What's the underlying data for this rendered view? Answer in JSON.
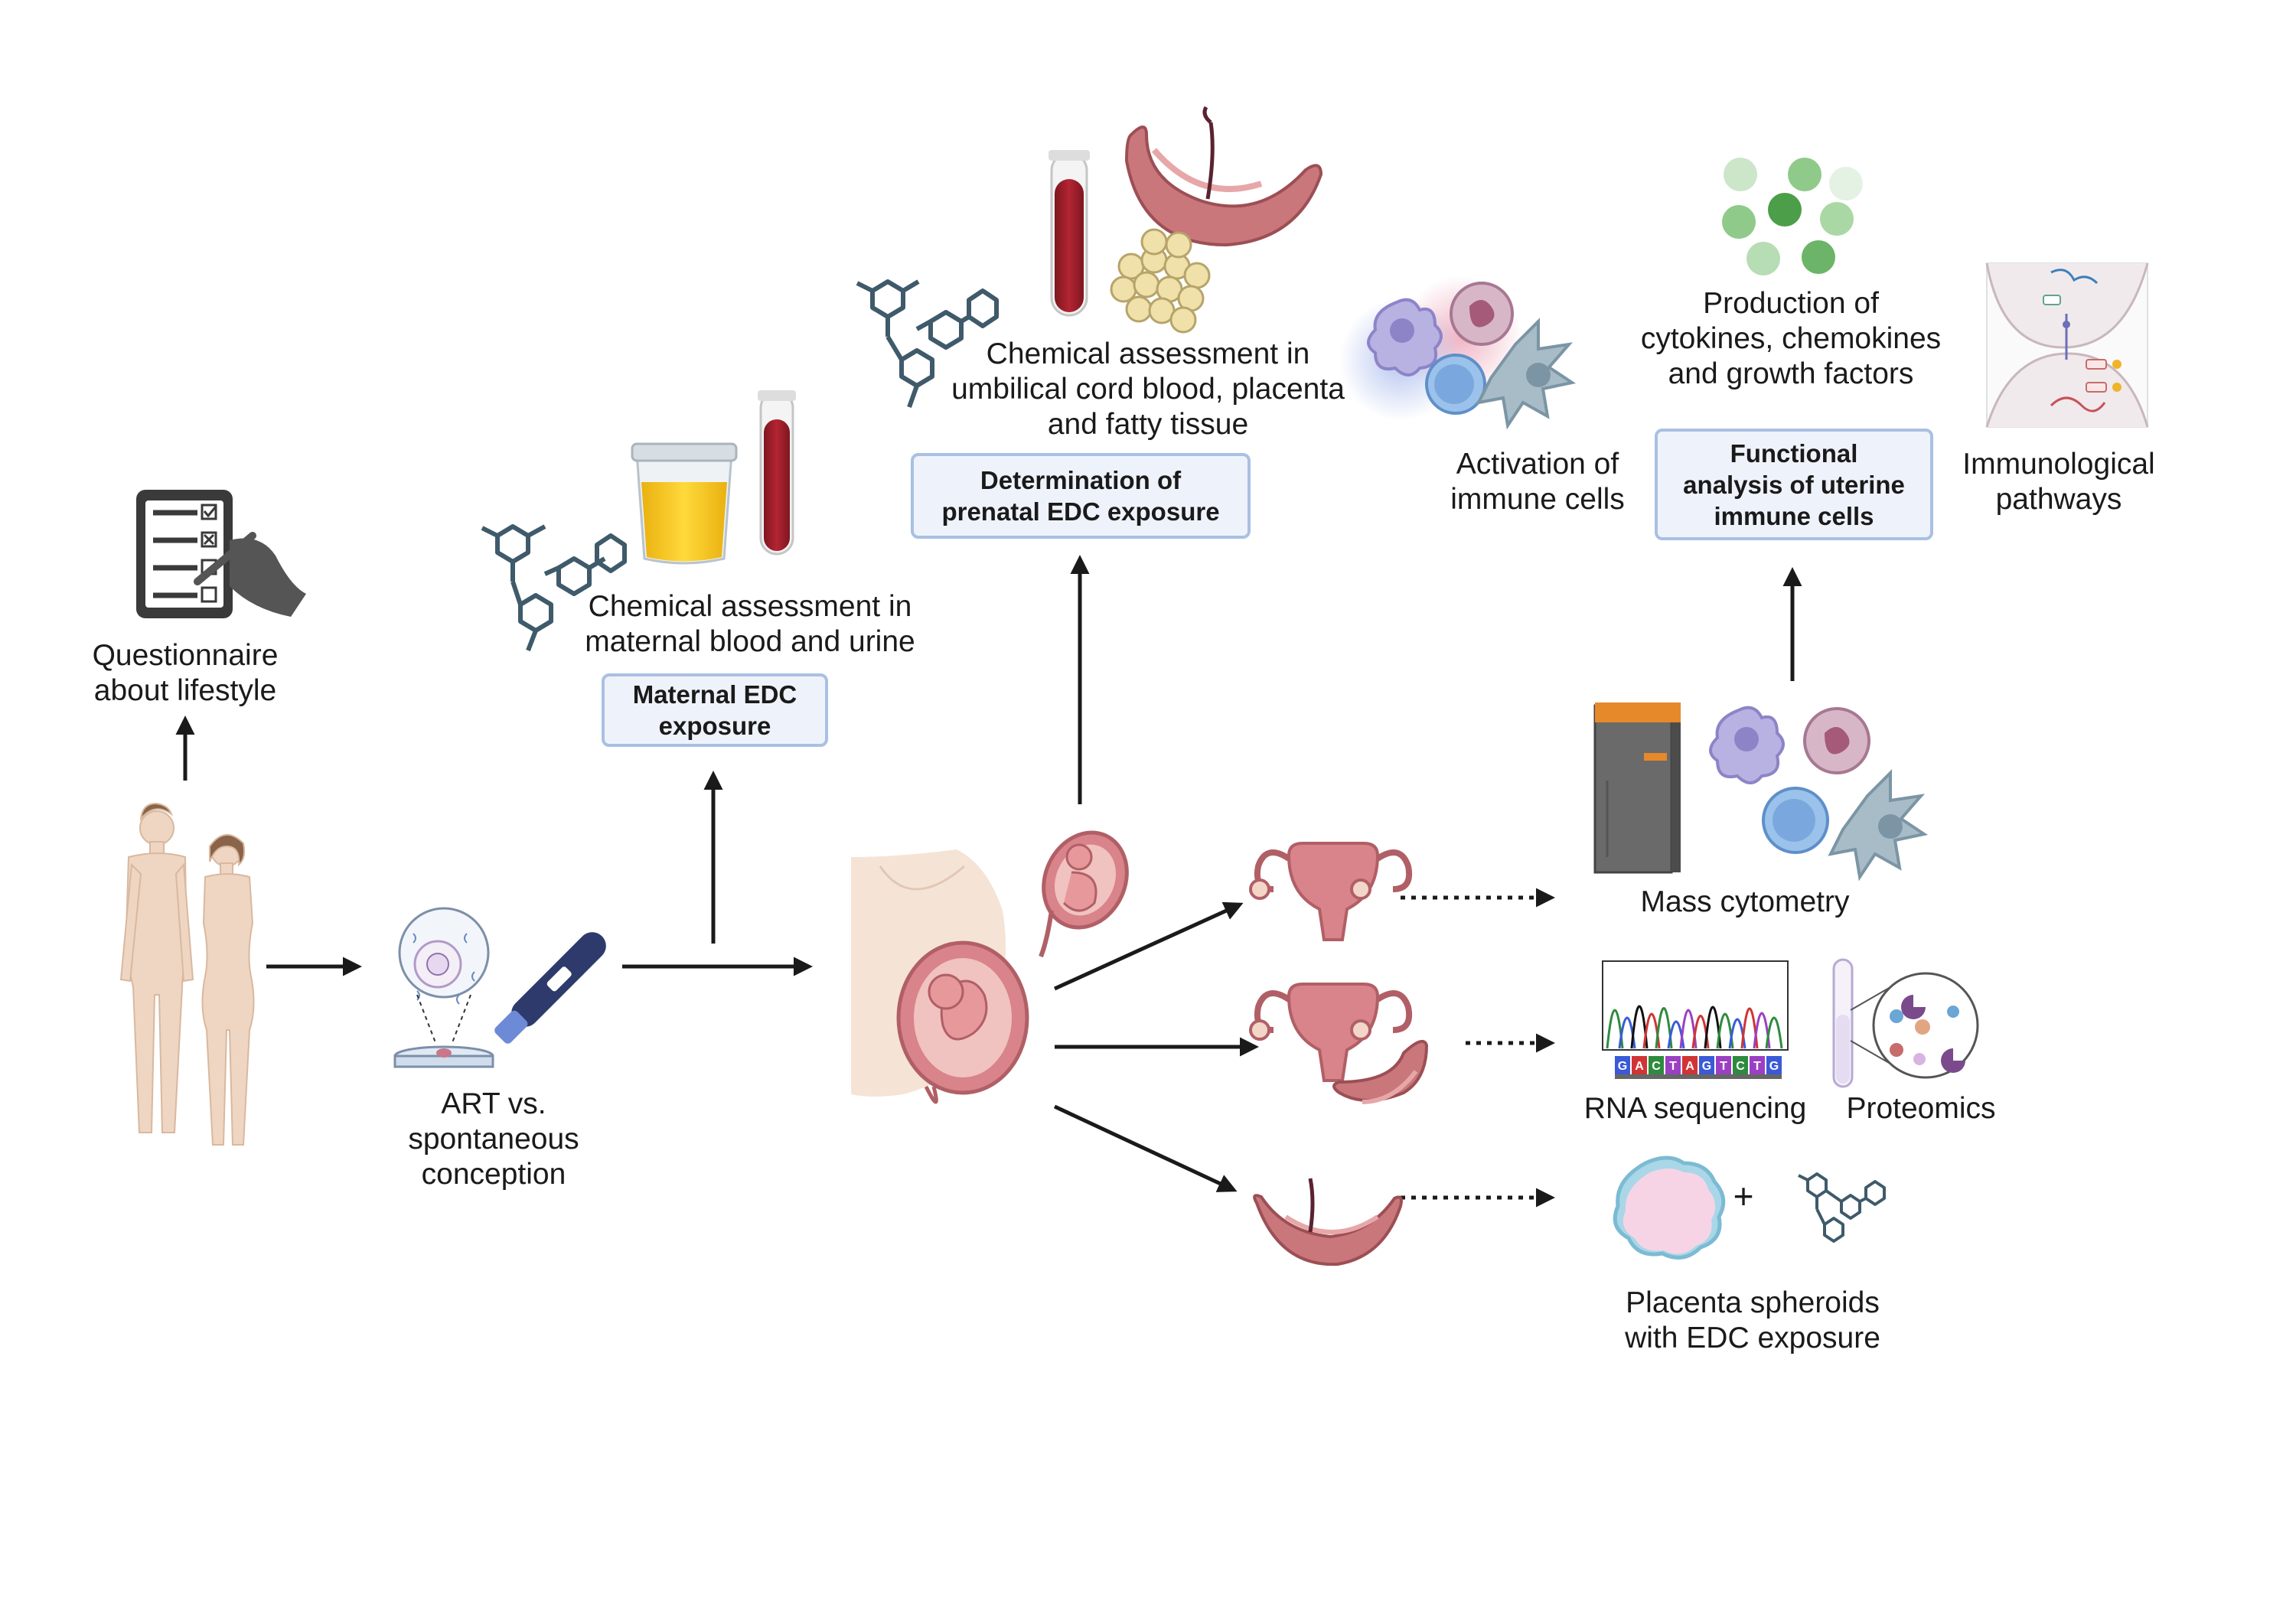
{
  "labels": {
    "questionnaire": "Questionnaire\nabout lifestyle",
    "art": "ART vs.\nspontaneous\nconception",
    "maternal_chem": "Chemical assessment in\nmaternal blood and urine",
    "umbilical_chem": "Chemical assessment in\numbilical cord blood, placenta\nand fatty tissue",
    "activation": "Activation of\nimmune cells",
    "production": "Production of\ncytokines, chemokines\nand growth factors",
    "pathways": "Immunological\npathways",
    "mass_cytometry": "Mass cytometry",
    "rna_seq": "RNA sequencing",
    "proteomics": "Proteomics",
    "spheroids": "Placenta spheroids\nwith EDC exposure",
    "plus": "+"
  },
  "boxes": {
    "maternal_edc": "Maternal EDC\nexposure",
    "prenatal_edc": "Determination of\nprenatal EDC exposure",
    "functional": "Functional\nanalysis of uterine\nimmune cells"
  },
  "dna_letters": [
    "G",
    "A",
    "C",
    "T",
    "A",
    "G",
    "T",
    "C",
    "T",
    "G"
  ],
  "colors": {
    "arrow": "#1a1a1a",
    "box_fill": "#eef3fb",
    "box_border": "#a9c0e2",
    "blood": "#a31f2a",
    "urine": "#f2c418",
    "molecule": "#3f5a6a",
    "tissue": "#c9777a",
    "skin": "#f2dcc8"
  },
  "icons": [
    "checklist-icon",
    "people-icon",
    "ivf-dish-icon",
    "pregnancy-test-icon",
    "molecule-icon",
    "urine-cup-icon",
    "blood-tube-icon",
    "placenta-icon",
    "fat-cells-icon",
    "pregnant-belly-icon",
    "fetus-icon",
    "uterus-icon",
    "immune-cells-icon",
    "cytokine-beads-icon",
    "synapse-icon",
    "cytometer-icon",
    "chromatogram-icon",
    "proteomics-icon",
    "spheroid-icon"
  ]
}
